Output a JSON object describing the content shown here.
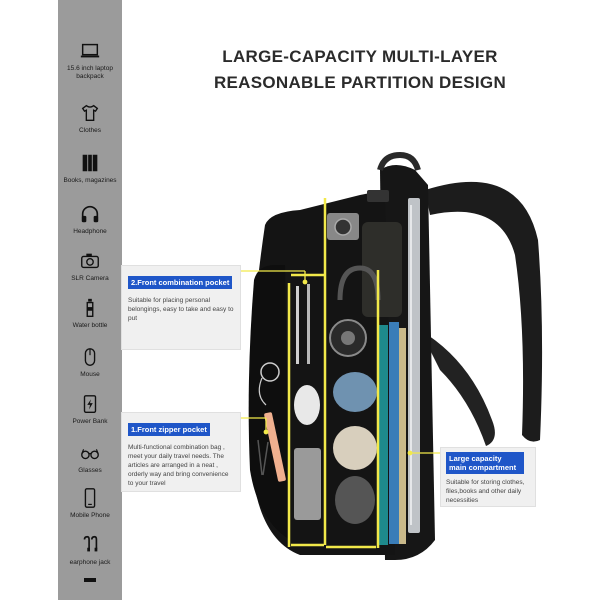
{
  "heading": {
    "line1": "LARGE-CAPACITY MULTI-LAYER",
    "line2": "REASONABLE PARTITION DESIGN"
  },
  "sidebar": {
    "items": [
      {
        "icon": "laptop-icon",
        "label": "15.6 inch laptop backpack"
      },
      {
        "icon": "shirt-icon",
        "label": "Clothes"
      },
      {
        "icon": "book-icon",
        "label": "Books, magazines"
      },
      {
        "icon": "headphone-icon",
        "label": "Headphone"
      },
      {
        "icon": "camera-icon",
        "label": "SLR Camera"
      },
      {
        "icon": "bottle-icon",
        "label": "Water bottle"
      },
      {
        "icon": "mouse-icon",
        "label": "Mouse"
      },
      {
        "icon": "power-bank-icon",
        "label": "Power Bank"
      },
      {
        "icon": "glasses-icon",
        "label": "Glasses"
      },
      {
        "icon": "phone-icon",
        "label": "Mobile Phone"
      },
      {
        "icon": "earphone-icon",
        "label": "earphone jack"
      }
    ]
  },
  "callouts": {
    "front_combination": {
      "title": "2.Front combination pocket",
      "body": "Suitable for placing personal belongings, easy to take and easy to put"
    },
    "front_zipper": {
      "title": "1.Front zipper pocket",
      "body": "Multi-functional combination bag , meet your daily travel needs. The articles are arranged in a neat , orderly way and bring convenience to your travel"
    },
    "main_compartment": {
      "title_line1": "Large capacity",
      "title_line2": "main compartment",
      "body": "Suitable for storing clothes, files,books and other daily necessities"
    }
  },
  "colors": {
    "sidebar_bg": "#9b9b9b",
    "accent_blue": "#1f56c8",
    "highlight_yellow": "#f2e94a",
    "bag_black": "#141414"
  }
}
